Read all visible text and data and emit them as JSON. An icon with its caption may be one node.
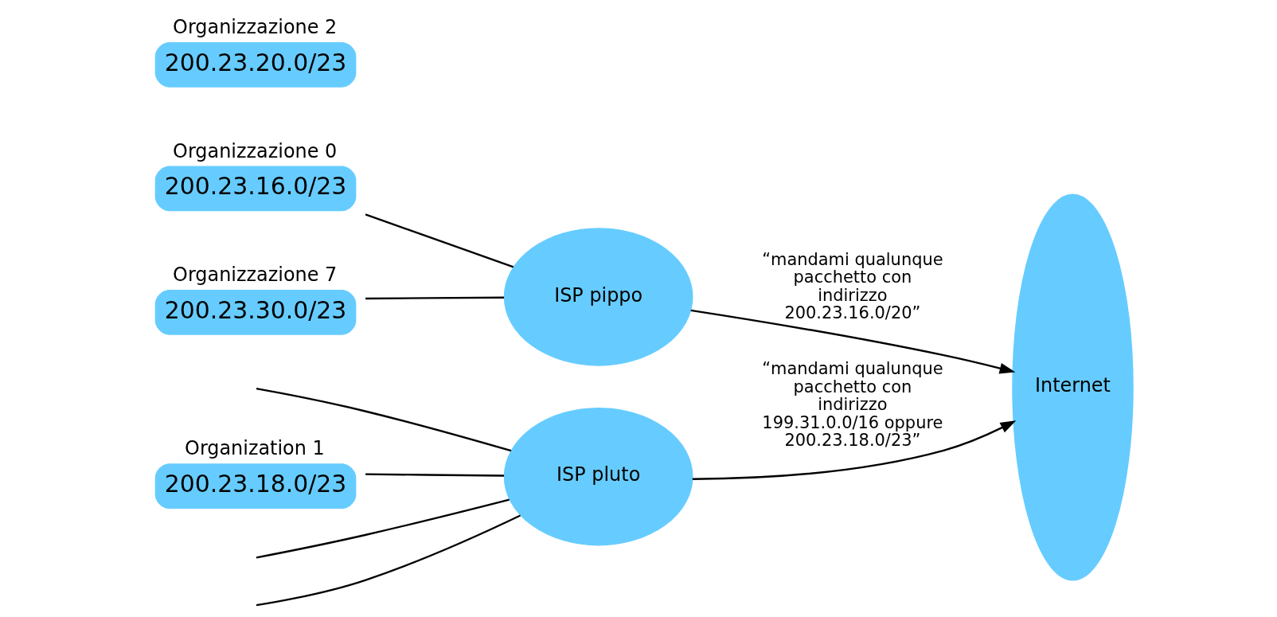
{
  "diagram": {
    "nodes": [
      {
        "text": [
          "Organizzazione 0",
          "200.23.16.0/23"
        ]
      },
      {
        "text": [
          "Organizzazione 2",
          "200.23.20.0/23"
        ]
      },
      {
        "text": [
          "Organizzazione 7",
          "200.23.30.0/23"
        ]
      },
      {
        "text": [
          "Organization 1",
          "200.23.18.0/23"
        ]
      },
      {
        "text": [
          "ISP pippo"
        ]
      },
      {
        "text": [
          "ISP pluto"
        ]
      },
      {
        "text": [
          "Internet"
        ]
      }
    ],
    "edges": [
      {
        "from": 0,
        "to": 4,
        "arrow": "none"
      },
      {
        "from": 2,
        "to": 4,
        "arrow": "none"
      },
      {
        "from": 4,
        "to": 6,
        "arrow": "to",
        "label": "“mandami qualunque pacchetto con indirizzo 200.23.16.0/20”"
      },
      {
        "from": null,
        "to": 5,
        "arrow": "none"
      },
      {
        "from": null,
        "to": 5,
        "arrow": "none"
      },
      {
        "from": 3,
        "to": 5,
        "arrow": "none"
      },
      {
        "from": null,
        "to": 5,
        "arrow": "none"
      },
      {
        "from": 5,
        "to": 6,
        "arrow": "to",
        "label": "“mandami qualunque pacchetto con indirizzo 199.31.0.0/16 oppure 200.23.18.0/23”"
      }
    ]
  }
}
